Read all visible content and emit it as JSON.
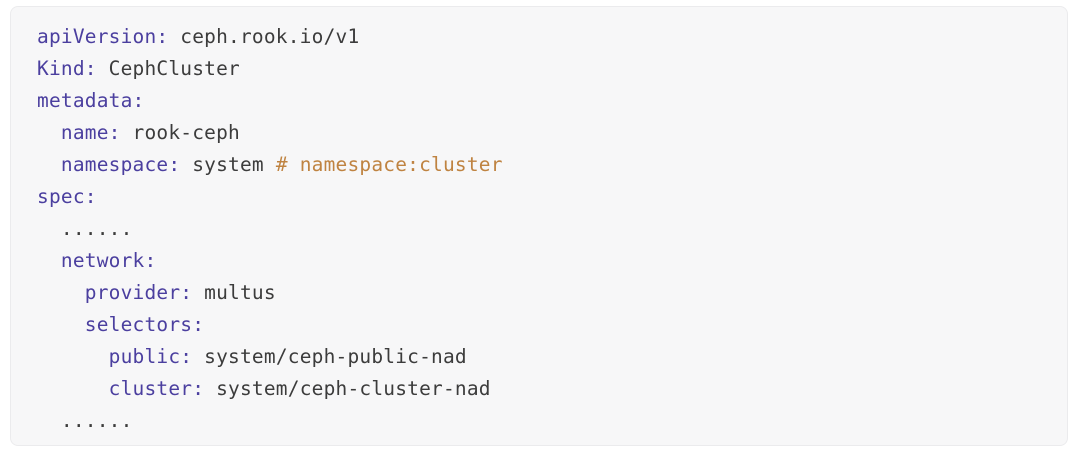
{
  "card": {
    "background": "#f7f7f8",
    "border_color": "#ebebed",
    "language": "yaml"
  },
  "colors": {
    "key": "#4b3f9f",
    "value": "#3c3c3c",
    "comment": "#bf8341",
    "ellipsis": "#3c3c3c",
    "page_background": "#ffffff"
  },
  "code": {
    "lines": [
      {
        "indent": 0,
        "key": "apiVersion:",
        "value": " ceph.rook.io/v1",
        "comment": ""
      },
      {
        "indent": 0,
        "key": "Kind:",
        "value": " CephCluster",
        "comment": ""
      },
      {
        "indent": 0,
        "key": "metadata:",
        "value": "",
        "comment": ""
      },
      {
        "indent": 2,
        "key": "name:",
        "value": " rook-ceph",
        "comment": ""
      },
      {
        "indent": 2,
        "key": "namespace:",
        "value": " system ",
        "comment": "# namespace:cluster"
      },
      {
        "indent": 0,
        "key": "spec:",
        "value": "",
        "comment": ""
      },
      {
        "indent": 2,
        "key": "",
        "value": "",
        "comment": "",
        "ellipsis": "......"
      },
      {
        "indent": 2,
        "key": "network:",
        "value": "",
        "comment": ""
      },
      {
        "indent": 4,
        "key": "provider:",
        "value": " multus",
        "comment": ""
      },
      {
        "indent": 4,
        "key": "selectors:",
        "value": "",
        "comment": ""
      },
      {
        "indent": 6,
        "key": "public:",
        "value": " system/ceph-public-nad",
        "comment": ""
      },
      {
        "indent": 6,
        "key": "cluster:",
        "value": " system/ceph-cluster-nad",
        "comment": ""
      },
      {
        "indent": 2,
        "key": "",
        "value": "",
        "comment": "",
        "ellipsis": "......"
      }
    ]
  }
}
